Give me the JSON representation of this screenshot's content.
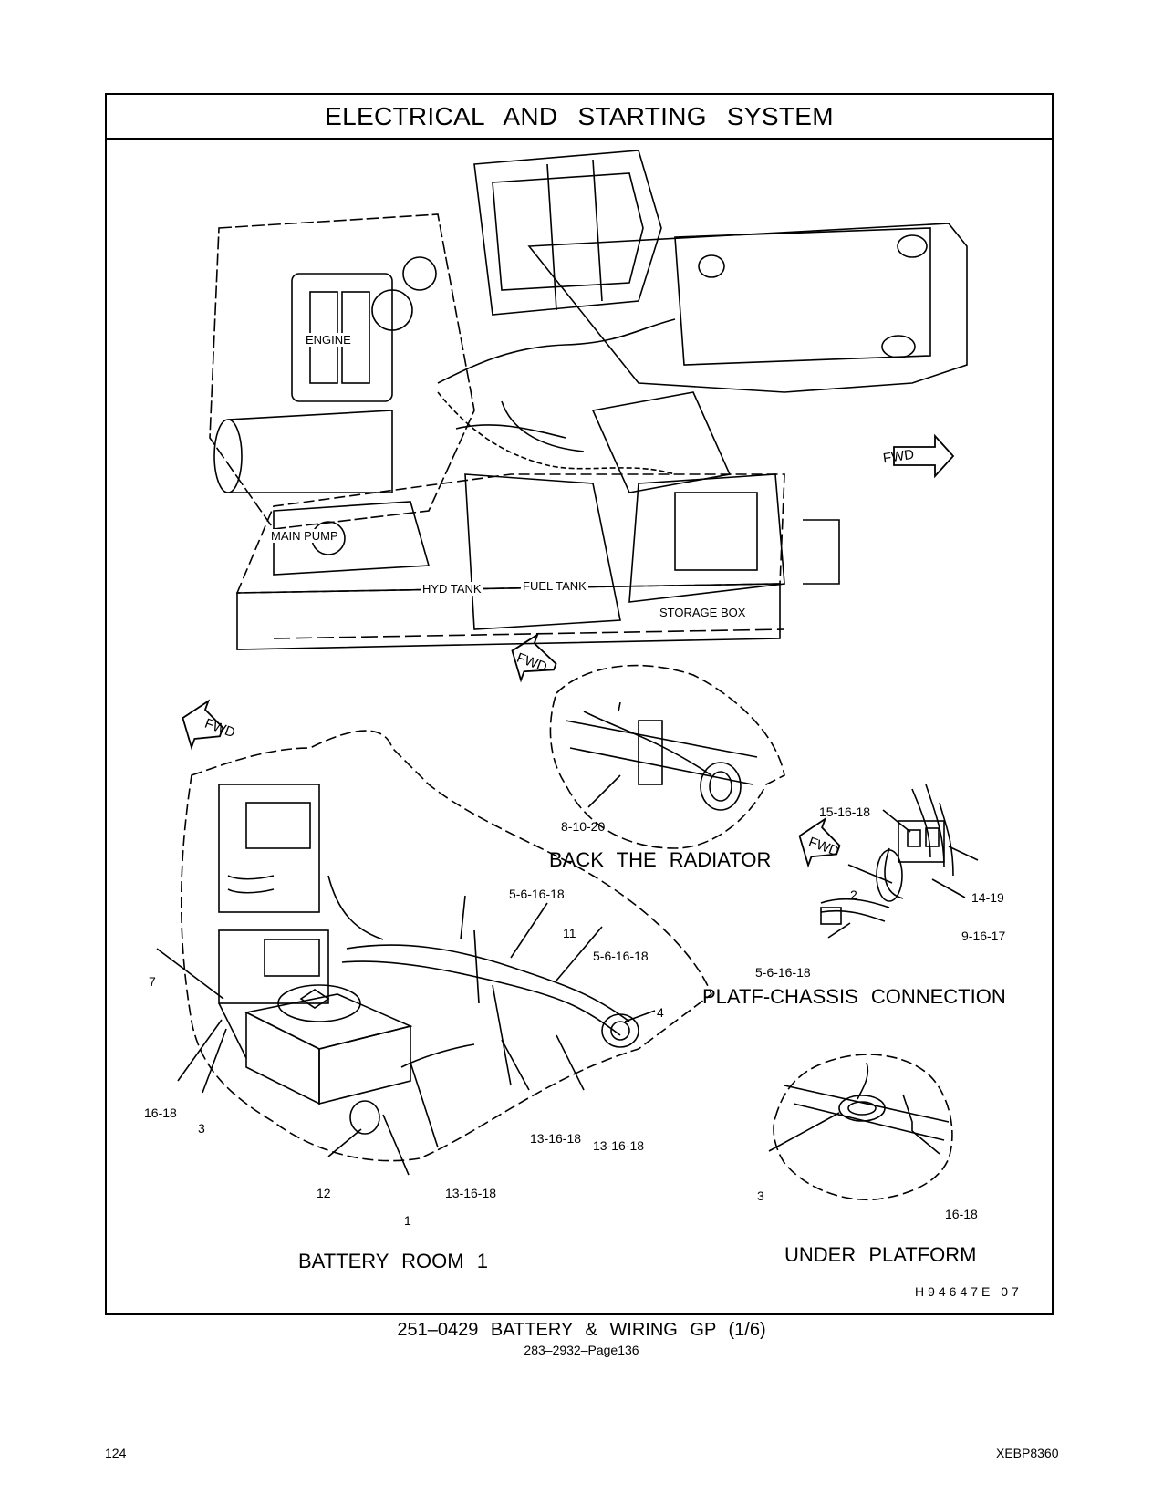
{
  "title": "ELECTRICAL AND STARTING SYSTEM",
  "main_view": {
    "engine_label": "ENGINE",
    "main_pump_label": "MAIN PUMP",
    "hyd_tank_label": "HYD TANK",
    "fuel_tank_label": "FUEL TANK",
    "storage_box_label": "STORAGE BOX",
    "fwd_label": "FWD"
  },
  "radiator_view": {
    "caption": "BACK THE RADIATOR",
    "fwd_label": "FWD",
    "callouts": [
      "8-10-20"
    ]
  },
  "platform_view": {
    "caption": "PLATF-CHASSIS CONNECTION",
    "fwd_label": "FWD",
    "callouts": [
      "15-16-18",
      "2",
      "14-19",
      "9-16-17",
      "5-6-16-18"
    ]
  },
  "battery_view": {
    "caption": "BATTERY ROOM 1",
    "fwd_label": "FWD",
    "callouts": [
      "5-6-16-18",
      "11",
      "5-6-16-18",
      "7",
      "4",
      "16-18",
      "3",
      "13-16-18",
      "13-16-18",
      "12",
      "13-16-18",
      "1"
    ]
  },
  "under_view": {
    "caption": "UNDER PLATFORM",
    "callouts": [
      "3",
      "16-18"
    ]
  },
  "illustration_code": "H94647E 07",
  "footer": {
    "part_title": "251–0429 BATTERY & WIRING GP (1/6)",
    "page_ref": "283–2932–Page136",
    "page_number": "124",
    "doc_id": "XEBP8360"
  }
}
